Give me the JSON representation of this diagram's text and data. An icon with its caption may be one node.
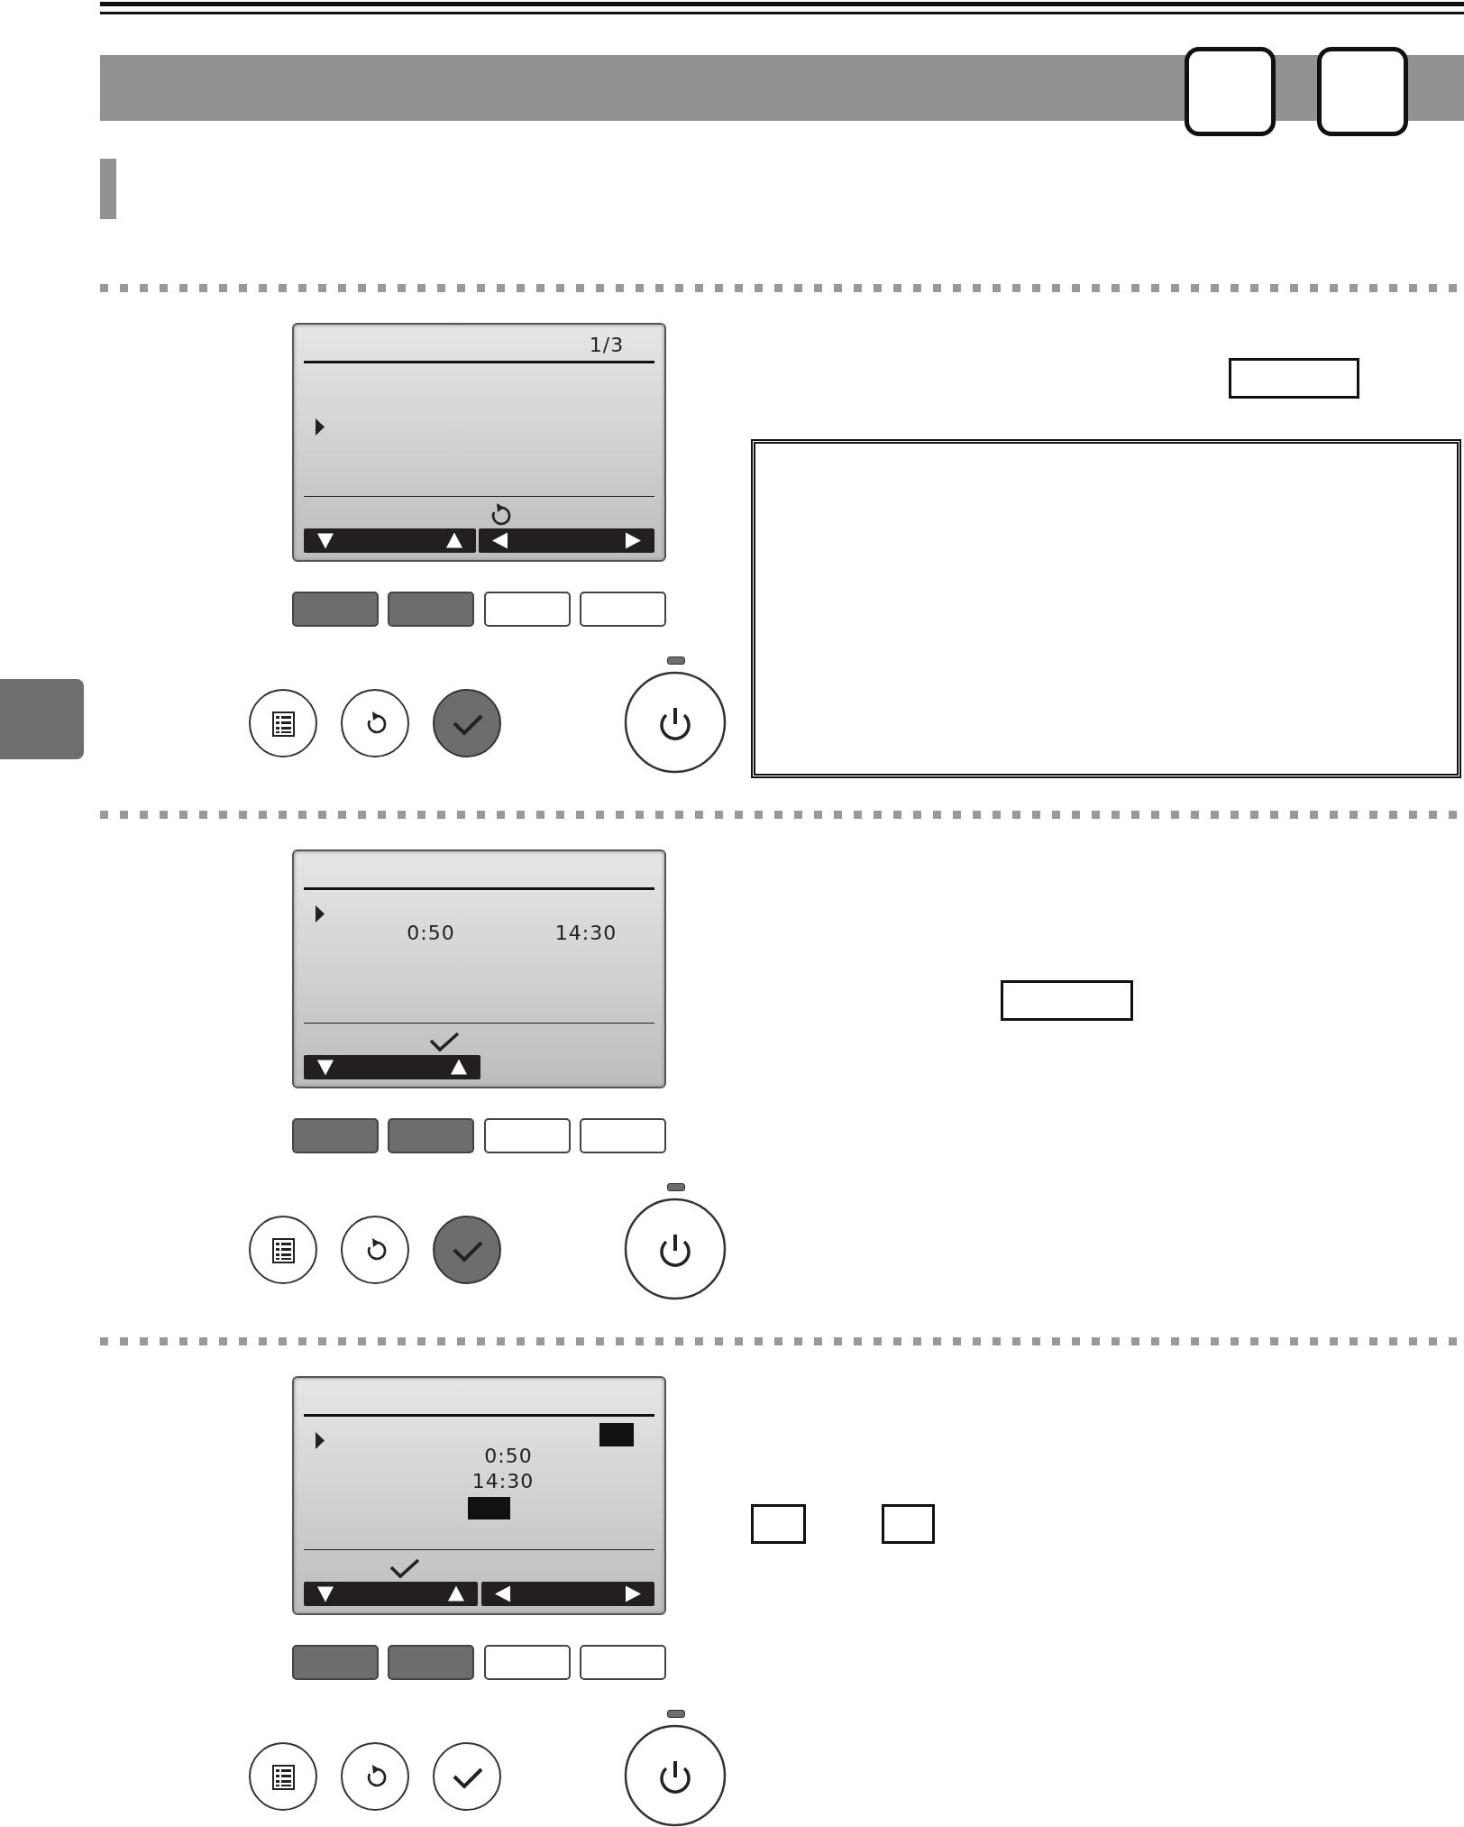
{
  "diagram": {
    "nodes": [
      {
        "text": [],
        "shape": "bar"
      },
      {
        "text": [],
        "shape": "box"
      }
    ],
    "labels": [
      "1/3",
      "0:50",
      "14:30",
      "0:50",
      "14:30"
    ]
  }
}
